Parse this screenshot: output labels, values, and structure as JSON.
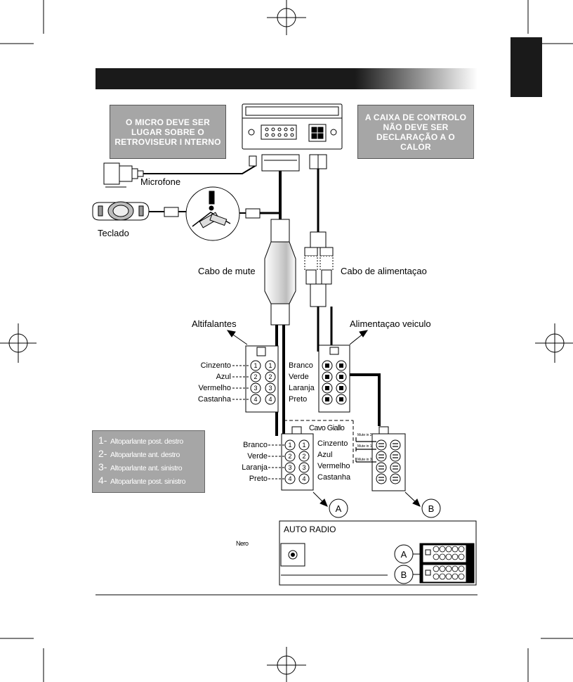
{
  "notes": {
    "micro": "O MICRO DEVE SER LUGAR SOBRE O RETROVISEUR I NTERNO",
    "control_box": "A CAIXA DE CONTROLO NÃO DEVE SER DECLARAÇÃO A O CALOR"
  },
  "labels": {
    "microfone": "Microfone",
    "teclado": "Teclado",
    "cabo_mute": "Cabo de mute",
    "cabo_alimentacao": "Cabo de alimentaçao",
    "altifalantes": "Altifalantes",
    "alimentacao_veiculo": "Alimentaçao veiculo",
    "cavo_giallo": "Cavo Giallo",
    "nero": "Nero",
    "auto_radio": "AUTO RADIO",
    "mute_in_2": "Mute in 2",
    "mute_in_1": "Mute in 1",
    "mute_in_3": "Mute in 3"
  },
  "speaker_left": [
    "Cinzento",
    "Azul",
    "Vermelho",
    "Castanha"
  ],
  "speaker_right": [
    "Branco",
    "Verde",
    "Laranja",
    "Preto"
  ],
  "radio_left": [
    "Branco",
    "Verde",
    "Laranja",
    "Preto"
  ],
  "radio_right": [
    "Cinzento",
    "Azul",
    "Vermelho",
    "Castanha"
  ],
  "pin_numbers": [
    "1",
    "2",
    "3",
    "4"
  ],
  "connector_letters": {
    "a": "A",
    "b": "B"
  },
  "legend": [
    {
      "num": "1-",
      "text": "Altoparlante post. destro"
    },
    {
      "num": "2-",
      "text": "Altoparlante ant. destro"
    },
    {
      "num": "3-",
      "text": "Altoparlante ant. sinistro"
    },
    {
      "num": "4-",
      "text": "Altoparlante post. sinistro"
    }
  ]
}
